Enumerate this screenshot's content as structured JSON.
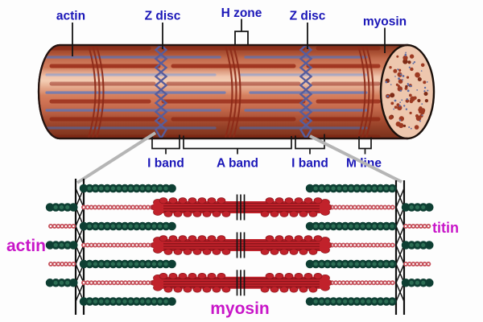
{
  "colors": {
    "label_blue": "#1b17b8",
    "label_magenta": "#c816c8",
    "pointer_black": "#141414",
    "magnifier_gray": "#b5b5b5",
    "cylinder_outline": "#241310",
    "stripe_red": "#a0341e",
    "stripe_blue": "#6e72a6",
    "z_zigzag_blue": "#575d9c",
    "m_band_dark_red": "#8c2a18",
    "cross_section_fill": "#eec7ae",
    "speckle_red": "#9d3a22",
    "speckle_blue": "#5d6ca3",
    "myosin_red": "#c1222b",
    "myosin_dark": "#8a141b",
    "actin_green_dark": "#0e3f33",
    "actin_green_light": "#2c6e54",
    "titin_pink": "#c5505a"
  },
  "myofibril": {
    "top_labels": [
      {
        "text": "actin"
      },
      {
        "text": "Z disc"
      },
      {
        "text": "H zone"
      },
      {
        "text": "Z disc"
      },
      {
        "text": "myosin"
      }
    ],
    "bottom_labels": [
      {
        "text": "I band"
      },
      {
        "text": "A band"
      },
      {
        "text": "I band"
      },
      {
        "text": "M line"
      }
    ]
  },
  "sarcomere": {
    "labels": [
      {
        "text": "actin"
      },
      {
        "text": "titin"
      },
      {
        "text": "myosin"
      }
    ]
  }
}
